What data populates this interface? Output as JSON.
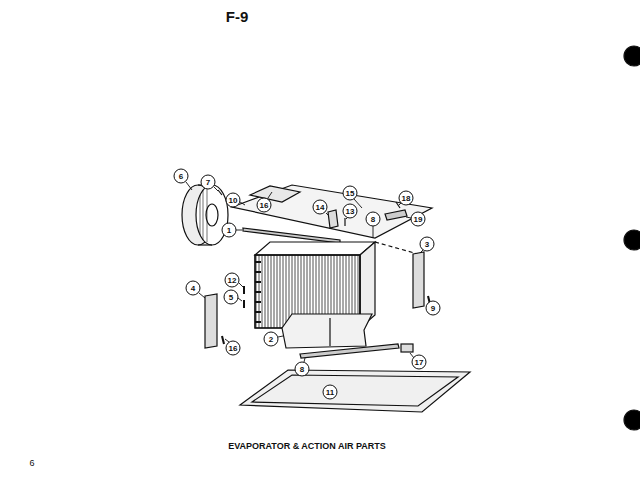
{
  "diagram": {
    "title": "F-9",
    "caption": "EVAPORATOR & ACTION AIR PARTS",
    "labels": [
      "16",
      "14",
      "15",
      "18",
      "19",
      "6",
      "7",
      "10",
      "1",
      "13",
      "8",
      "3",
      "4",
      "12",
      "5",
      "9",
      "16",
      "2",
      "8",
      "17",
      "11",
      "6"
    ]
  }
}
